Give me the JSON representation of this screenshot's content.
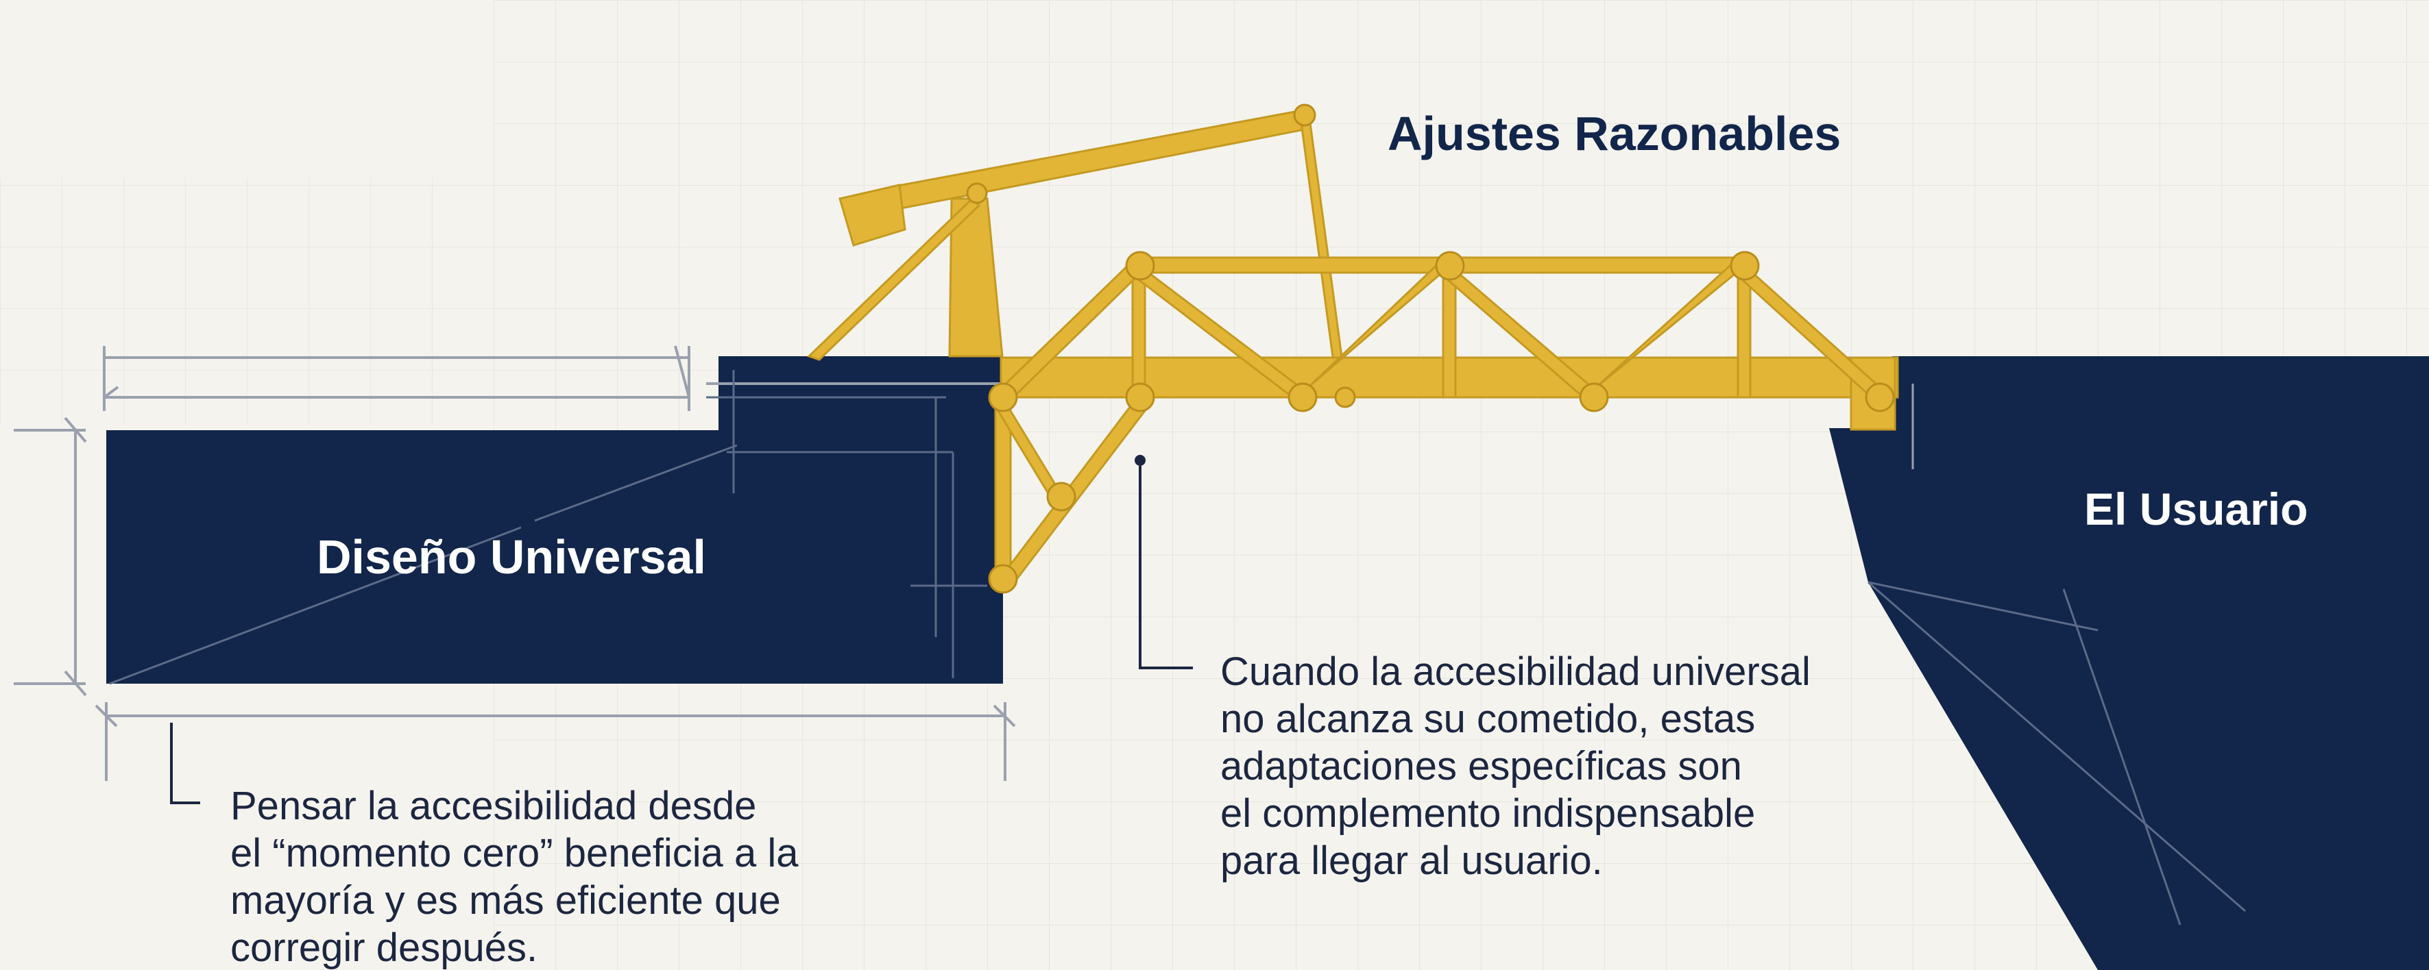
{
  "labels": {
    "universal_design": "Diseño Universal",
    "reasonable_adjustments": "Ajustes Razonables",
    "user": "El Usuario"
  },
  "notes": {
    "universal_design": [
      "Pensar la accesibilidad desde",
      "el “momento cero” beneficia a la",
      "mayoría y es más eficiente que",
      "corregir después."
    ],
    "adjustments": [
      "Cuando la accesibilidad universal",
      "no alcanza su cometido, estas",
      "adaptaciones específicas son",
      "el complemento indispensable",
      "para llegar al usuario."
    ]
  },
  "colors": {
    "background": "#f4f3ee",
    "navy": "#12254a",
    "gold": "#e3b536",
    "gold_dark": "#b98d1c",
    "text_dark": "#1c2640",
    "white_text": "#ffffff",
    "guide_lines": "#9aa0ad",
    "grid": "#e2e1dc"
  }
}
